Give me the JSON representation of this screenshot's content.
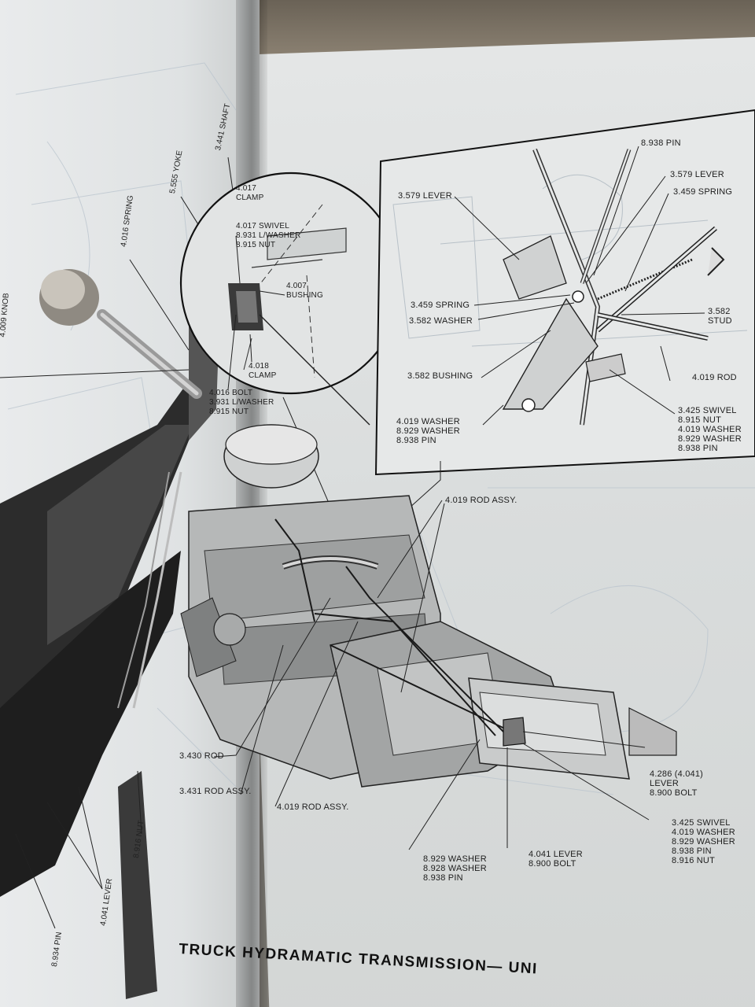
{
  "document": {
    "footer_title": "TRUCK HYDRAMATIC TRANSMISSION— UNI"
  },
  "left_page_labels": {
    "knob": "4.009 KNOB",
    "spring": "4.016 SPRING",
    "yoke": "5.555 YOKE",
    "shaft": "3.441 SHAFT",
    "lever": "4.041 LEVER",
    "pin": "8.934 PIN",
    "nut": "8.916 NUT"
  },
  "circle_inset_labels": {
    "clamp_top": "4.017 CLAMP",
    "swivel_group": [
      "4.017 SWIVEL",
      "8.931 L/WASHER",
      "8.915 NUT"
    ],
    "bushing": [
      "4.007",
      "BUSHING"
    ],
    "clamp_bottom": [
      "4.018",
      "CLAMP"
    ],
    "bolt_group": [
      "4.016 BOLT",
      "3.931 L/WASHER",
      "8.915 NUT"
    ]
  },
  "rect_inset_labels": {
    "pin_top": "8.938 PIN",
    "lever_left": "3.579 LEVER",
    "lever_right": "3.579 LEVER",
    "spring_right": "3.459 SPRING",
    "spring_left": "3.459 SPRING",
    "washer_left": "3.582 WASHER",
    "stud": [
      "3.582",
      "STUD"
    ],
    "bushing": "3.582 BUSHING",
    "rod": "4.019 ROD",
    "washer_group": [
      "4.019 WASHER",
      "8.929 WASHER",
      "8.938 PIN"
    ],
    "swivel_group": [
      "3.425 SWIVEL",
      "8.915 NUT",
      "4.019 WASHER",
      "8.929 WASHER",
      "8.938 PIN"
    ]
  },
  "main_labels": {
    "rod_assy_top": "4.019 ROD ASSY.",
    "rod_left": "3.430 ROD",
    "rod_assy_left": "3.431 ROD ASSY.",
    "rod_assy_bottom": "4.019 ROD ASSY.",
    "lever_right": [
      "4.286 (4.041)",
      "LEVER",
      "8.900 BOLT"
    ],
    "swivel_right": [
      "3.425 SWIVEL",
      "4.019 WASHER",
      "8.929 WASHER",
      "8.938 PIN",
      "8.916 NUT"
    ],
    "lever_bottom": [
      "4.041 LEVER",
      "8.900 BOLT"
    ],
    "washer_bottom": [
      "8.929 WASHER",
      "8.928 WASHER",
      "8.938 PIN"
    ]
  }
}
